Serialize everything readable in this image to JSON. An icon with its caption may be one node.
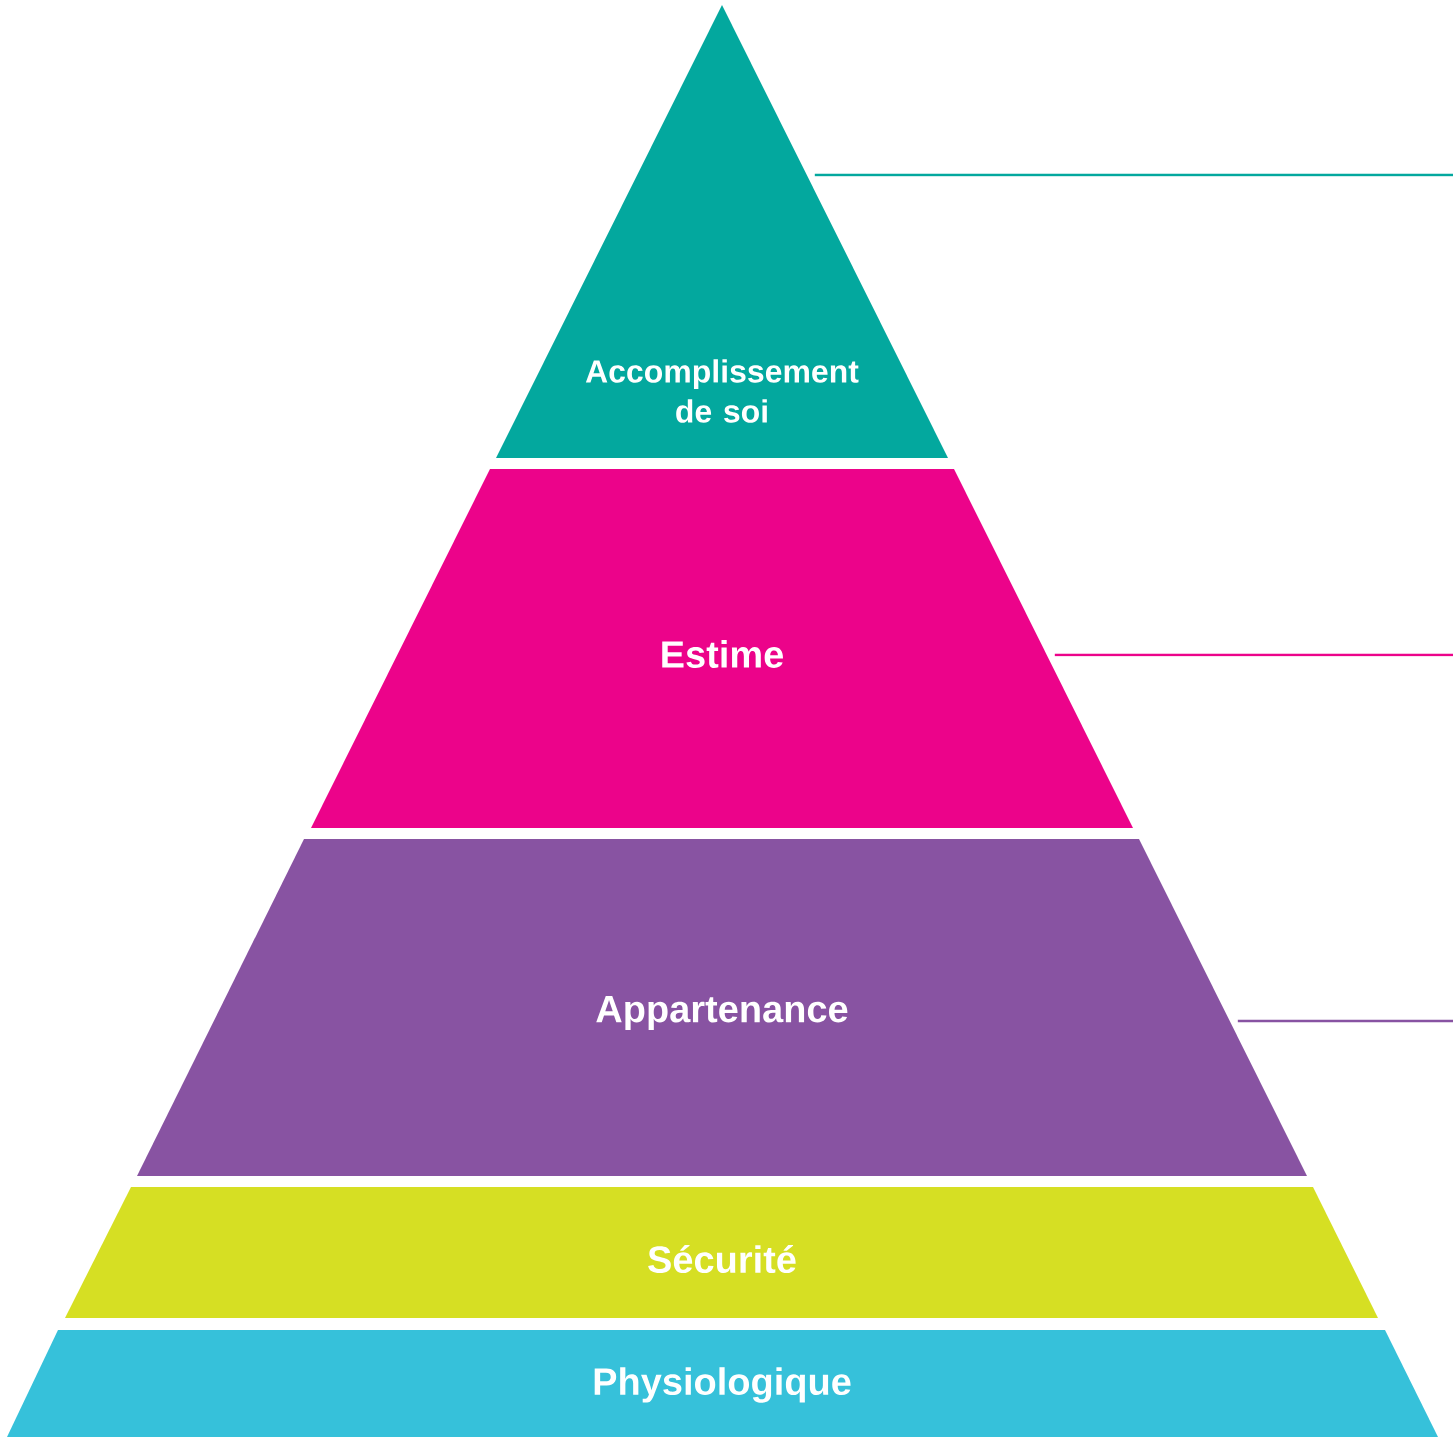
{
  "diagram": {
    "nodes": [
      {
        "text": [
          "Accomplissement de soi"
        ]
      },
      {
        "text": [
          "Estime"
        ]
      },
      {
        "text": [
          "Appartenance"
        ]
      },
      {
        "text": [
          "Sécurité"
        ]
      },
      {
        "text": [
          "Physiologique"
        ]
      }
    ],
    "edges": [
      {
        "from": 0,
        "to": null,
        "arrow": "none",
        "color": "#03a89e"
      },
      {
        "from": 1,
        "to": null,
        "arrow": "none",
        "color": "#ec038a"
      },
      {
        "from": 2,
        "to": null,
        "arrow": "none",
        "color": "#8853a2"
      }
    ]
  }
}
